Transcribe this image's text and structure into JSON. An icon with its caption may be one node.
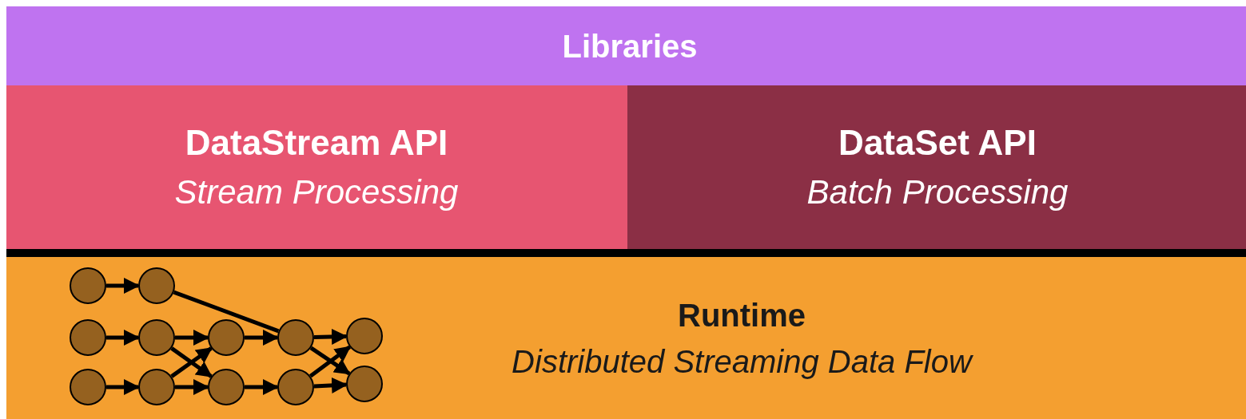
{
  "diagram": {
    "nodes": [
      {
        "text": [
          "Libraries"
        ]
      },
      {
        "text": [
          "DataStream API",
          "Stream Processing"
        ]
      },
      {
        "text": [
          "DataSet API",
          "Batch Processing"
        ]
      },
      {
        "text": [
          "Runtime",
          "Distributed Streaming Data Flow"
        ]
      },
      {
        "text": [],
        "shape": "circle",
        "in": 3
      },
      {
        "text": [],
        "shape": "circle",
        "in": 3
      },
      {
        "text": [],
        "shape": "circle",
        "in": 3
      },
      {
        "text": [],
        "shape": "circle",
        "in": 3
      },
      {
        "text": [],
        "shape": "circle",
        "in": 3
      },
      {
        "text": [],
        "shape": "circle",
        "in": 3
      },
      {
        "text": [],
        "shape": "circle",
        "in": 3
      },
      {
        "text": [],
        "shape": "circle",
        "in": 3
      },
      {
        "text": [],
        "shape": "circle",
        "in": 3
      },
      {
        "text": [],
        "shape": "circle",
        "in": 3
      },
      {
        "text": [],
        "shape": "circle",
        "in": 3
      },
      {
        "text": [],
        "shape": "circle",
        "in": 3
      }
    ],
    "edges": [
      {
        "from": 4,
        "to": 5,
        "arrow": "to"
      },
      {
        "from": 5,
        "to": 9,
        "arrow": "none"
      },
      {
        "from": 6,
        "to": 7,
        "arrow": "to"
      },
      {
        "from": 7,
        "to": 8,
        "arrow": "to"
      },
      {
        "from": 7,
        "to": 13,
        "arrow": "to"
      },
      {
        "from": 12,
        "to": 8,
        "arrow": "to"
      },
      {
        "from": 11,
        "to": 12,
        "arrow": "to"
      },
      {
        "from": 12,
        "to": 13,
        "arrow": "to"
      },
      {
        "from": 8,
        "to": 9,
        "arrow": "to"
      },
      {
        "from": 13,
        "to": 14,
        "arrow": "to"
      },
      {
        "from": 9,
        "to": 10,
        "arrow": "to"
      },
      {
        "from": 9,
        "to": 15,
        "arrow": "to"
      },
      {
        "from": 14,
        "to": 10,
        "arrow": "to"
      },
      {
        "from": 14,
        "to": 15,
        "arrow": "to"
      }
    ]
  }
}
